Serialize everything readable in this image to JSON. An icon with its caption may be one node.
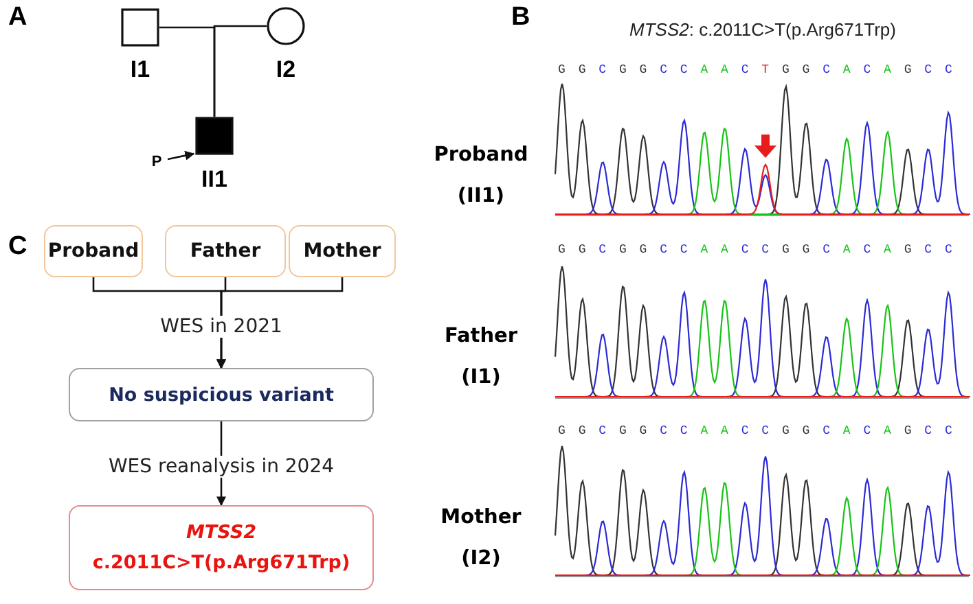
{
  "diagram": {
    "nodes": [
      {
        "text": [],
        "shape": "box",
        "beside": [
          "I1"
        ]
      },
      {
        "text": [],
        "shape": "circle",
        "beside": [
          "I2"
        ]
      },
      {
        "text": [],
        "shape": "box",
        "beside": [
          "II1"
        ]
      },
      {
        "text": [
          "P"
        ]
      },
      {
        "text": [
          "Proband"
        ]
      },
      {
        "text": [
          "Father"
        ]
      },
      {
        "text": [
          "Mother"
        ]
      },
      {
        "text": [
          "No suspicious variant"
        ]
      },
      {
        "text": [
          "MTSS2",
          "c.2011C>T(p.Arg671Trp)"
        ]
      }
    ],
    "edges": [
      {
        "from": 0,
        "to": 2,
        "arrow": "none"
      },
      {
        "from": 1,
        "to": 2,
        "arrow": "none"
      },
      {
        "from": 3,
        "to": 2,
        "arrow": "to"
      },
      {
        "from": 4,
        "to": 7,
        "arrow": "to"
      },
      {
        "from": 5,
        "to": 7,
        "arrow": "to",
        "label": "WES in 2021"
      },
      {
        "from": 6,
        "to": 7,
        "arrow": "to"
      },
      {
        "from": 7,
        "to": 8,
        "arrow": "to",
        "label": "WES reanalysis in 2024"
      }
    ],
    "labels": [
      "A",
      "B",
      "*MTSS2*: c.2011C>T(p.Arg671Trp)",
      "GGCGGCCAACTGGCACAGCC",
      "Proband (II1)",
      "C",
      "GGCGGCCAACCGGCACAGCC",
      "Father (I1)",
      "GGCGGCCAACCGGCACAGCC",
      "Mother (I2)"
    ]
  }
}
